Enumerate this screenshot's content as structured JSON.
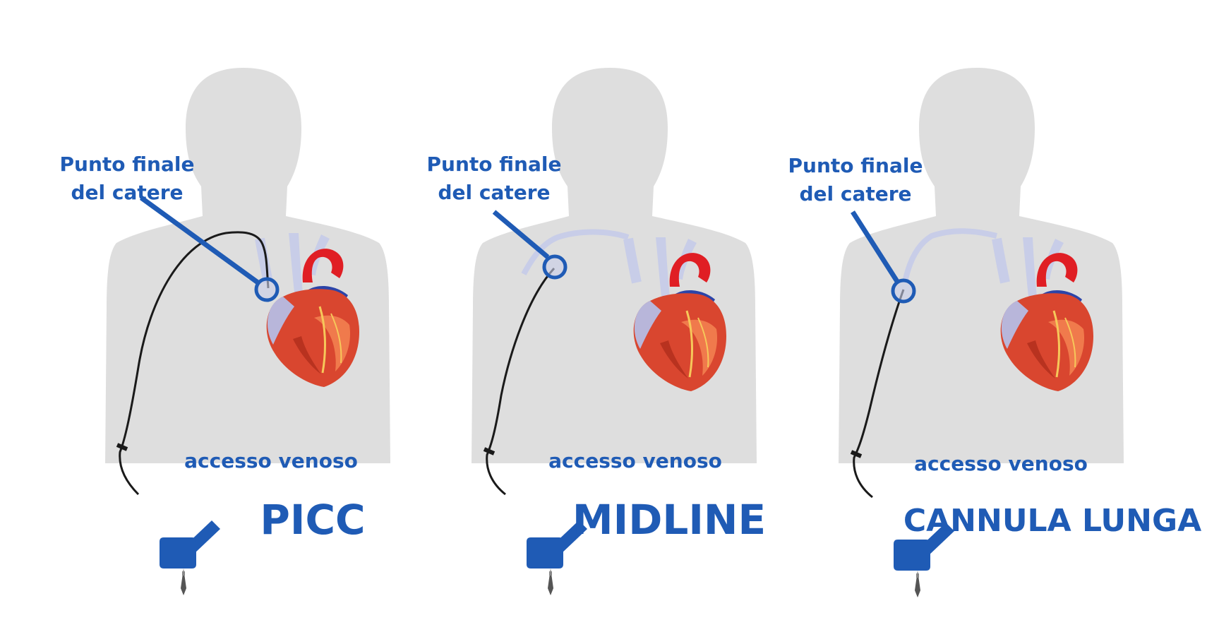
{
  "panels": [
    {
      "id": "picc",
      "endpoint_label": [
        "Punto finale",
        "del catere"
      ],
      "access_label": "accesso venoso",
      "type_label": "PICC"
    },
    {
      "id": "midline",
      "endpoint_label": [
        "Punto finale",
        "del catere"
      ],
      "access_label": "accesso venoso",
      "type_label": "MIDLINE"
    },
    {
      "id": "cannula",
      "endpoint_label": [
        "Punto finale",
        "del catere"
      ],
      "access_label": "accesso venoso",
      "type_label": "CANNULA LUNGA"
    }
  ],
  "colors": {
    "silhouette": "#dedede",
    "label_blue": "#1f5bb5",
    "catheter": "#1a1a1a",
    "vein": "#c5cbe6",
    "heart_red": "#d83a2e",
    "aorta_red": "#e01e24"
  },
  "icons": {
    "body": "human-torso-silhouette",
    "heart": "heart-anatomy-icon",
    "hub": "catheter-hub-icon"
  }
}
